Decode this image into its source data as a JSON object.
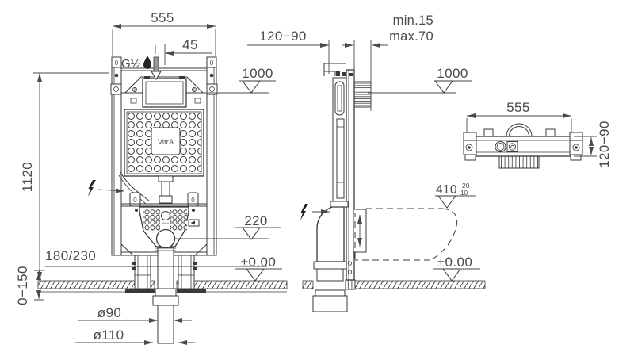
{
  "front": {
    "dim_width": "555",
    "dim_inlet_offset": "45",
    "inlet_thread": "G½",
    "level_inlet": "1000",
    "dim_frame_height": "1120",
    "dim_fixing_height": "180/230",
    "level_outlet": "220",
    "level_floor": "±0.00",
    "dim_leg_adjust": "0−150",
    "dim_outlet_small": "ø90",
    "dim_outlet_large": "ø110",
    "logo": "VitrA",
    "logo_small": "VitrA",
    "marker_zero": "0"
  },
  "side": {
    "dim_depth_range": "120−90",
    "dim_finish_min": "min.15",
    "dim_finish_max": "max.70",
    "level_inlet": "1000",
    "dim_bowl_height": "410",
    "tol_plus": "+20",
    "tol_minus": "-10",
    "level_floor": "±0.00"
  },
  "top": {
    "dim_width": "555",
    "dim_depth_range": "120−90"
  }
}
